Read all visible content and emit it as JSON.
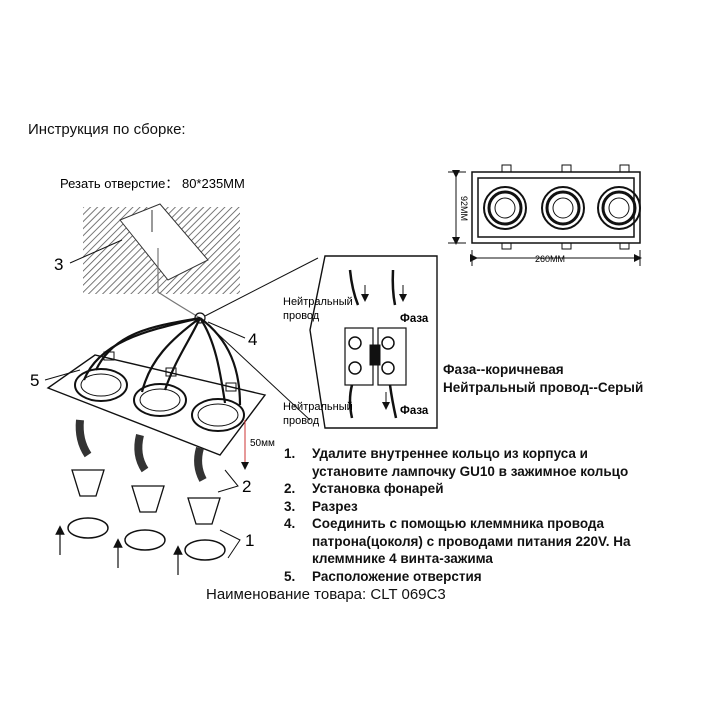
{
  "title": "Инструкция по сборке:",
  "cutout": {
    "label": "Резать отверстие：  80*235MM"
  },
  "dimensions": {
    "width": "260MM",
    "height": "92MM",
    "drop": "50мм"
  },
  "callouts": {
    "c1": "1",
    "c2": "2",
    "c3": "3",
    "c4": "4",
    "c5": "5"
  },
  "wiring": {
    "neutral_top": [
      "Нейтральный",
      "провод"
    ],
    "phase_top": "Фаза",
    "neutral_bottom": [
      "Нейтральный",
      "провод"
    ],
    "phase_bottom": "Фаза",
    "legend_phase": "Фаза--коричневая",
    "legend_neutral": "Нейтральный провод--Серый"
  },
  "steps": [
    {
      "n": "1.",
      "text": "Удалите внутреннее кольцо из корпуса и установите лампочку GU10 в зажимное кольцо"
    },
    {
      "n": "2.",
      "text": "Установка фонарей"
    },
    {
      "n": "3.",
      "text": "Разрез"
    },
    {
      "n": "4.",
      "text": "Соединить с помощью клеммника провода патрона(цоколя) с проводами питания 220V. На клеммнике 4 винта-зажима"
    },
    {
      "n": "5.",
      "text": "Расположение отверстия"
    }
  ],
  "product": "Наименование товара: CLT 069C3"
}
